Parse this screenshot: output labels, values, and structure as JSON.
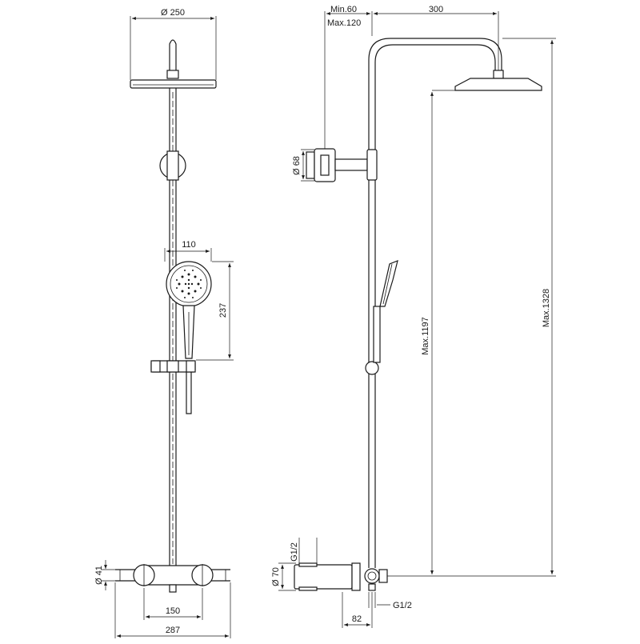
{
  "front_view": {
    "head_diameter": "Ø 250",
    "handshower_width": "110",
    "handshower_height": "237",
    "inlet_diameter": "Ø 41",
    "inlet_centres": "150",
    "overall_width": "287"
  },
  "side_view": {
    "arm_min": "Min.60",
    "arm_max": "Max.120",
    "arm_length": "300",
    "bracket_diameter": "Ø 68",
    "height_head": "Max.1197",
    "height_total": "Max.1328",
    "thread_top": "G1/2",
    "valve_diameter": "Ø 70",
    "thread_bottom": "G1/2",
    "wall_offset": "82"
  }
}
